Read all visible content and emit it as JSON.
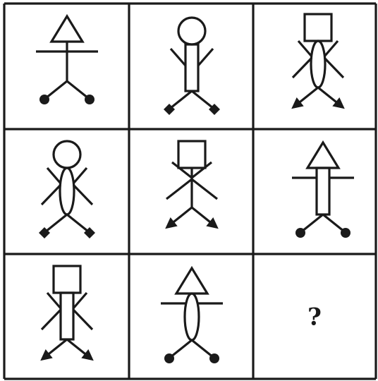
{
  "puzzle": {
    "rows": 3,
    "cols": 3,
    "line_color": "#1a1a1a",
    "cells": [
      {
        "head": "triangle",
        "body": "line",
        "arms": "horizontal",
        "feet": "circle"
      },
      {
        "head": "circle",
        "body": "rectangle",
        "arms": "raised",
        "feet": "diamond"
      },
      {
        "head": "square",
        "body": "ellipse",
        "arms": "lowered",
        "feet": "arrow"
      },
      {
        "head": "circle",
        "body": "ellipse",
        "arms": "lowered",
        "feet": "diamond"
      },
      {
        "head": "square",
        "body": "line",
        "arms": "lowered",
        "feet": "arrow"
      },
      {
        "head": "triangle",
        "body": "rectangle",
        "arms": "horizontal",
        "feet": "circle"
      },
      {
        "head": "square",
        "body": "rectangle",
        "arms": "lowered",
        "feet": "arrow"
      },
      {
        "head": "triangle",
        "body": "ellipse",
        "arms": "horizontal",
        "feet": "circle"
      },
      {
        "unknown": true
      }
    ],
    "question_mark": "?"
  }
}
